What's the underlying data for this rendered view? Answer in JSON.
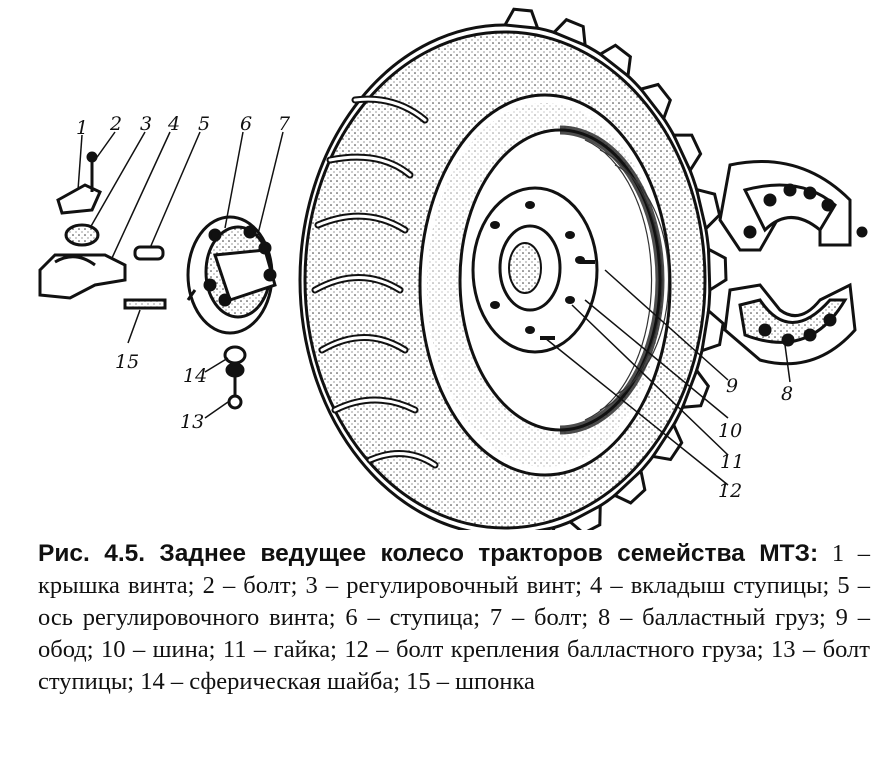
{
  "callouts": [
    {
      "id": "n1",
      "text": "1"
    },
    {
      "id": "n2",
      "text": "2"
    },
    {
      "id": "n3",
      "text": "3"
    },
    {
      "id": "n4",
      "text": "4"
    },
    {
      "id": "n5",
      "text": "5"
    },
    {
      "id": "n6",
      "text": "6"
    },
    {
      "id": "n7",
      "text": "7"
    },
    {
      "id": "n8",
      "text": "8"
    },
    {
      "id": "n9",
      "text": "9"
    },
    {
      "id": "n10",
      "text": "10"
    },
    {
      "id": "n11",
      "text": "11"
    },
    {
      "id": "n12",
      "text": "12"
    },
    {
      "id": "n13",
      "text": "13"
    },
    {
      "id": "n14",
      "text": "14"
    },
    {
      "id": "n15",
      "text": "15"
    }
  ],
  "caption": {
    "figure_label": "Рис. 4.5. Заднее ведущее колесо тракторов семейства МТЗ:",
    "body": "1 – крышка винта; 2 – болт; 3 – регулировочный винт; 4 – вкладыш ступицы; 5 – ось регулировочного винта; 6 – ступица; 7 – болт; 8 – балластный груз; 9 – обод; 10 – шина; 11 – гайка; 12 – болт крепления балластного груза; 13 – болт ступицы; 14 – сферическая шайба; 15 – шпонка"
  }
}
